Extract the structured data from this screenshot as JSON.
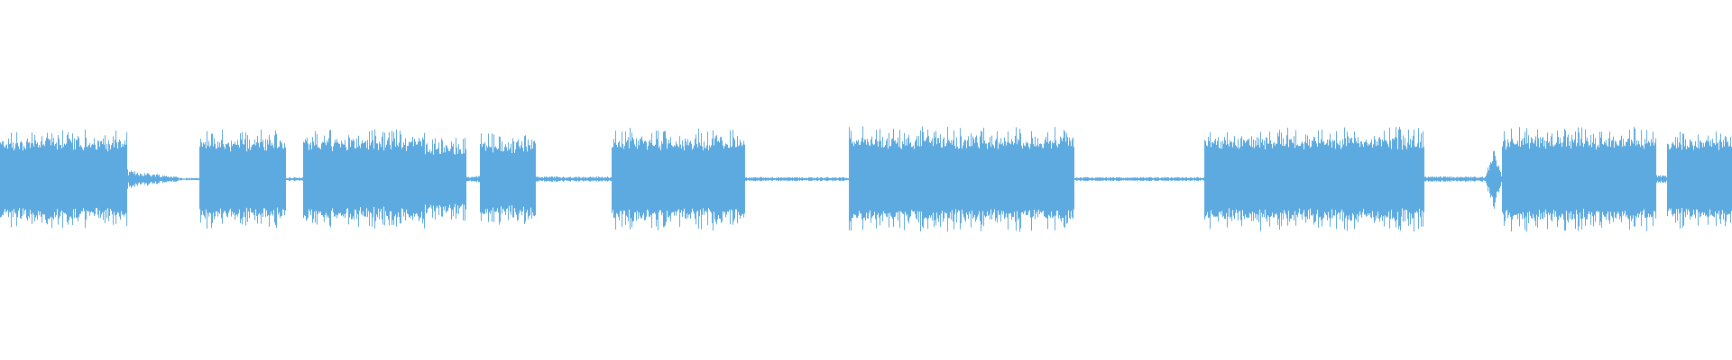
{
  "waveform": {
    "color": "#5daae0",
    "background": "#ffffff",
    "duration_fraction_segments": [
      {
        "start": 0.0,
        "end": 0.073,
        "amplitude": 0.92,
        "kind": "loud"
      },
      {
        "start": 0.073,
        "end": 0.103,
        "amplitude": 0.14,
        "kind": "decay"
      },
      {
        "start": 0.103,
        "end": 0.115,
        "amplitude": 0.02,
        "kind": "quiet"
      },
      {
        "start": 0.115,
        "end": 0.165,
        "amplitude": 0.92,
        "kind": "loud"
      },
      {
        "start": 0.165,
        "end": 0.175,
        "amplitude": 0.03,
        "kind": "quiet"
      },
      {
        "start": 0.175,
        "end": 0.245,
        "amplitude": 0.92,
        "kind": "loud"
      },
      {
        "start": 0.245,
        "end": 0.269,
        "amplitude": 0.78,
        "kind": "loud"
      },
      {
        "start": 0.269,
        "end": 0.277,
        "amplitude": 0.05,
        "kind": "quiet"
      },
      {
        "start": 0.277,
        "end": 0.309,
        "amplitude": 0.85,
        "kind": "loud"
      },
      {
        "start": 0.309,
        "end": 0.353,
        "amplitude": 0.04,
        "kind": "quiet"
      },
      {
        "start": 0.353,
        "end": 0.43,
        "amplitude": 0.95,
        "kind": "loud"
      },
      {
        "start": 0.43,
        "end": 0.49,
        "amplitude": 0.03,
        "kind": "quiet"
      },
      {
        "start": 0.49,
        "end": 0.62,
        "amplitude": 0.98,
        "kind": "loud"
      },
      {
        "start": 0.62,
        "end": 0.695,
        "amplitude": 0.03,
        "kind": "quiet"
      },
      {
        "start": 0.695,
        "end": 0.822,
        "amplitude": 0.97,
        "kind": "loud"
      },
      {
        "start": 0.822,
        "end": 0.857,
        "amplitude": 0.04,
        "kind": "quiet"
      },
      {
        "start": 0.857,
        "end": 0.867,
        "amplitude": 0.45,
        "kind": "spike"
      },
      {
        "start": 0.867,
        "end": 0.956,
        "amplitude": 0.97,
        "kind": "loud"
      },
      {
        "start": 0.956,
        "end": 0.962,
        "amplitude": 0.06,
        "kind": "quiet"
      },
      {
        "start": 0.962,
        "end": 1.0,
        "amplitude": 0.92,
        "kind": "loud"
      }
    ]
  }
}
